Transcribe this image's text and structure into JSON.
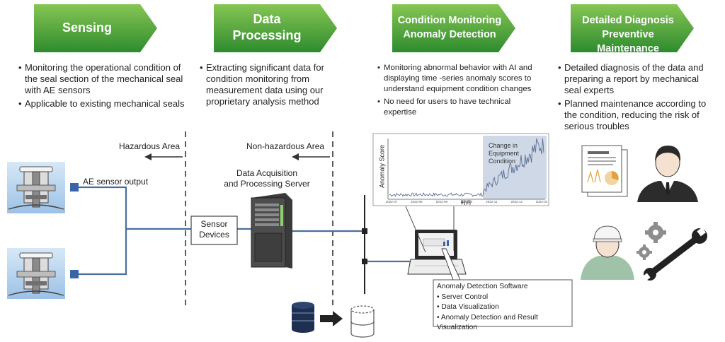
{
  "stages": [
    {
      "title_line1": "Sensing",
      "title_line2": ""
    },
    {
      "title_line1": "Data",
      "title_line2": "Processing"
    },
    {
      "title_line1": "Condition Monitoring",
      "title_line2": "Anomaly Detection"
    },
    {
      "title_line1": "Detailed Diagnosis",
      "title_line2": "Preventive Maintenance"
    }
  ],
  "bullets": {
    "sensing": [
      "Monitoring the operational condition of the seal section of the mechanical seal with AE sensors",
      "Applicable to existing mechanical seals"
    ],
    "processing": [
      "Extracting significant data for condition monitoring from measurement data using our proprietary analysis method"
    ],
    "monitoring": [
      "Monitoring abnormal behavior with AI and displaying time -series anomaly scores to understand equipment condition changes",
      "No need for users to have technical expertise"
    ],
    "diagnosis": [
      "Detailed diagnosis of the data and preparing a report by mechanical seal experts",
      "Planned maintenance according to the condition, reducing the risk of serious troubles"
    ]
  },
  "areas": {
    "hazardous": "Hazardous Area",
    "non_hazardous": "Non-hazardous Area"
  },
  "labels": {
    "ae_output": "AE sensor output",
    "sensor_devices_1": "Sensor",
    "sensor_devices_2": "Devices",
    "server_1": "Data Acquisition",
    "server_2": "and Processing Server"
  },
  "software": {
    "title": "Anomaly Detection Software",
    "items": [
      "Server Control",
      "Data Visualization",
      "Anomaly Detection and Result Visualization"
    ]
  },
  "chart_data": {
    "type": "line",
    "ylabel": "Anomaly Score",
    "xlabel": "时间",
    "annotation": "Change in Equipment Condition",
    "xticks": [
      "2022-07",
      "2022-08",
      "2022-09",
      "2022-10",
      "2022-11",
      "2022-12",
      "2023-01"
    ]
  },
  "colors": {
    "arrow_green_light": "#7cc04a",
    "arrow_green_dark": "#2f8a2c",
    "line_blue": "#4a6f9c",
    "sensor_blue": "#3a66a8",
    "dark": "#222222"
  }
}
